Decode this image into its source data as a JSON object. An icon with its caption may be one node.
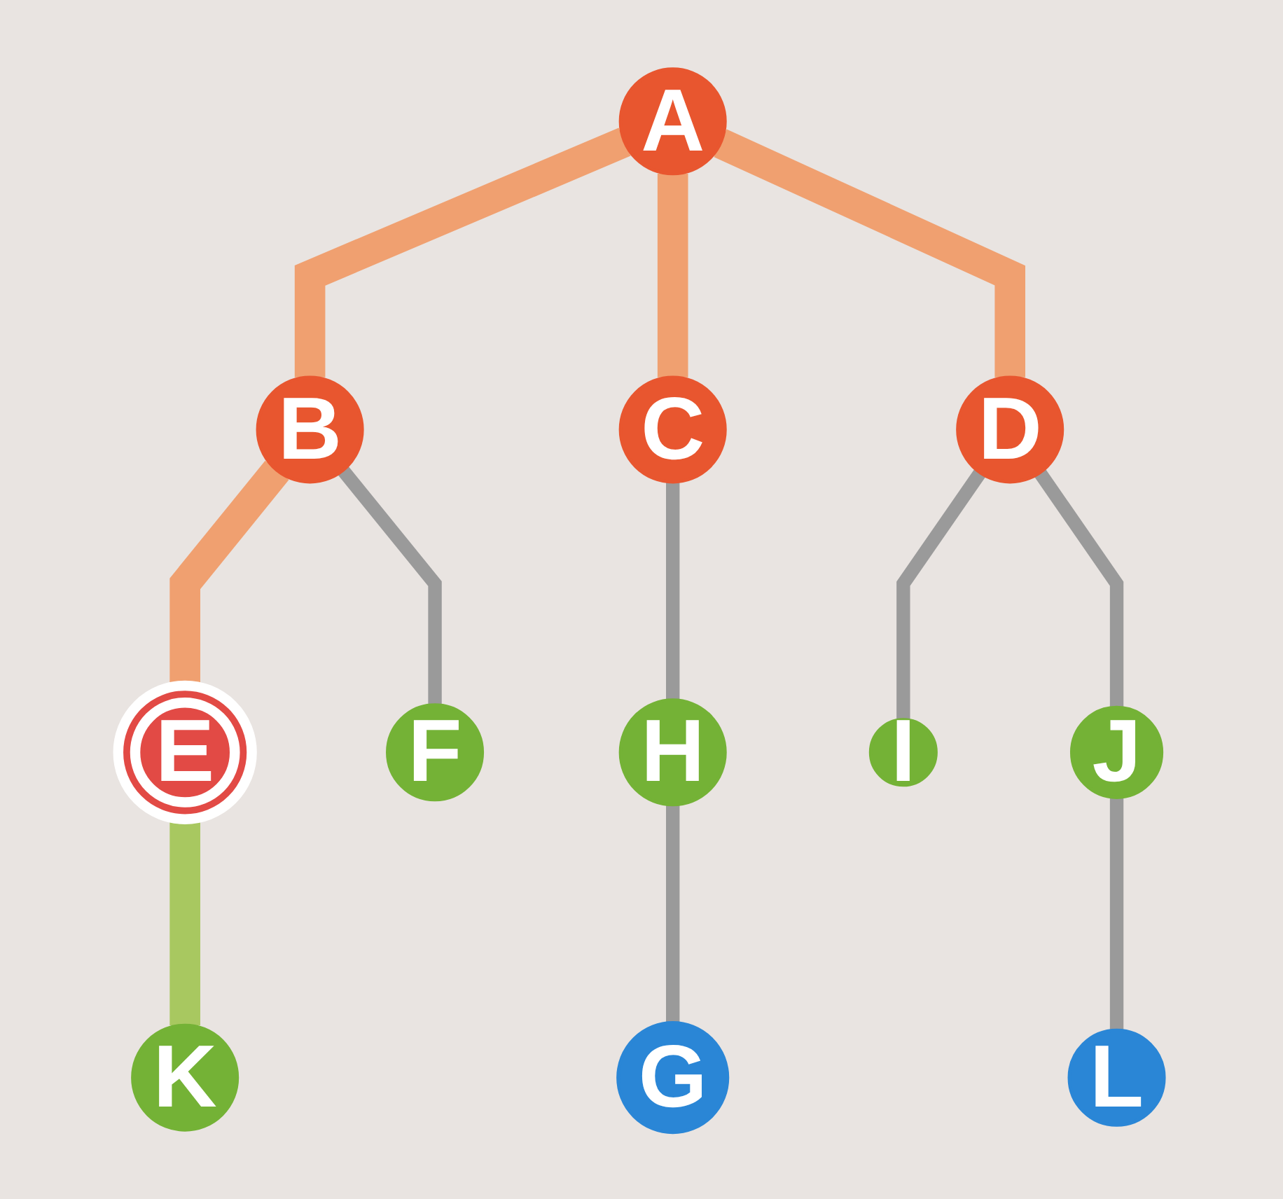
{
  "diagram": {
    "nodes": [
      {
        "text": [
          "A"
        ]
      },
      {
        "text": [
          "B"
        ]
      },
      {
        "text": [
          "C"
        ]
      },
      {
        "text": [
          "D"
        ]
      },
      {
        "text": [
          "E"
        ]
      },
      {
        "text": [
          "F"
        ]
      },
      {
        "text": [
          "H"
        ]
      },
      {
        "text": [
          "I"
        ]
      },
      {
        "text": [
          "J"
        ]
      },
      {
        "text": [
          "K"
        ]
      },
      {
        "text": [
          "G"
        ]
      },
      {
        "text": [
          "L"
        ]
      }
    ],
    "edges": [
      {
        "from": 0,
        "to": 1,
        "arrow": "none",
        "style": "thick",
        "color": "#f0a070"
      },
      {
        "from": 0,
        "to": 2,
        "arrow": "none",
        "style": "thick",
        "color": "#f0a070"
      },
      {
        "from": 0,
        "to": 3,
        "arrow": "none",
        "style": "thick",
        "color": "#f0a070"
      },
      {
        "from": 1,
        "to": 4,
        "arrow": "none",
        "style": "thick",
        "color": "#f0a070"
      },
      {
        "from": 1,
        "to": 5,
        "arrow": "none"
      },
      {
        "from": 2,
        "to": 6,
        "arrow": "none"
      },
      {
        "from": 3,
        "to": 7,
        "arrow": "none"
      },
      {
        "from": 3,
        "to": 8,
        "arrow": "none"
      },
      {
        "from": 4,
        "to": 9,
        "arrow": "none",
        "style": "thick",
        "color": "#a8c860"
      },
      {
        "from": 6,
        "to": 10,
        "arrow": "none"
      },
      {
        "from": 8,
        "to": 11,
        "arrow": "none"
      }
    ]
  }
}
